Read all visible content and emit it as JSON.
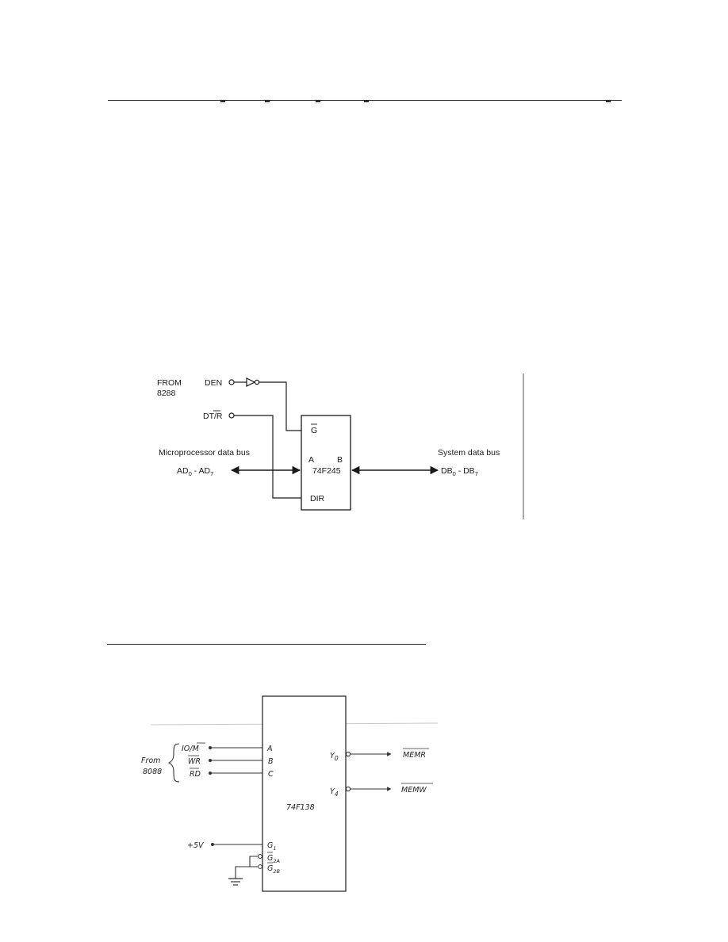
{
  "diagram1": {
    "from_label_1": "FROM",
    "from_label_2": "8288",
    "den": "DEN",
    "dtr": "DT/R",
    "g": "G",
    "a": "A",
    "b": "B",
    "chip": "74F245",
    "dir": "DIR",
    "micro_bus": "Microprocessor data bus",
    "ad_prefix": "AD",
    "ad_sub0": "0",
    "ad_mid": " - AD",
    "ad_sub7": "7",
    "system_bus": "System data bus",
    "db_prefix": "DB",
    "db_sub0": "0",
    "db_mid": " - DB",
    "db_sub7": "7"
  },
  "diagram2": {
    "from_1": "From",
    "from_2": "8088",
    "in1": "IO/M",
    "in2": "WR",
    "in3": "RD",
    "pin_a": "A",
    "pin_b": "B",
    "pin_c": "C",
    "y0": "Y",
    "y0_sub": "0",
    "y4": "Y",
    "y4_sub": "4",
    "out_memr": "MEMR",
    "out_memw": "MEMW",
    "chip": "74F138",
    "vcc": "+5V",
    "g1": "G",
    "g1_sub": "1",
    "g2a": "G",
    "g2a_sub": "2A",
    "g2b": "G",
    "g2b_sub": "2B"
  }
}
